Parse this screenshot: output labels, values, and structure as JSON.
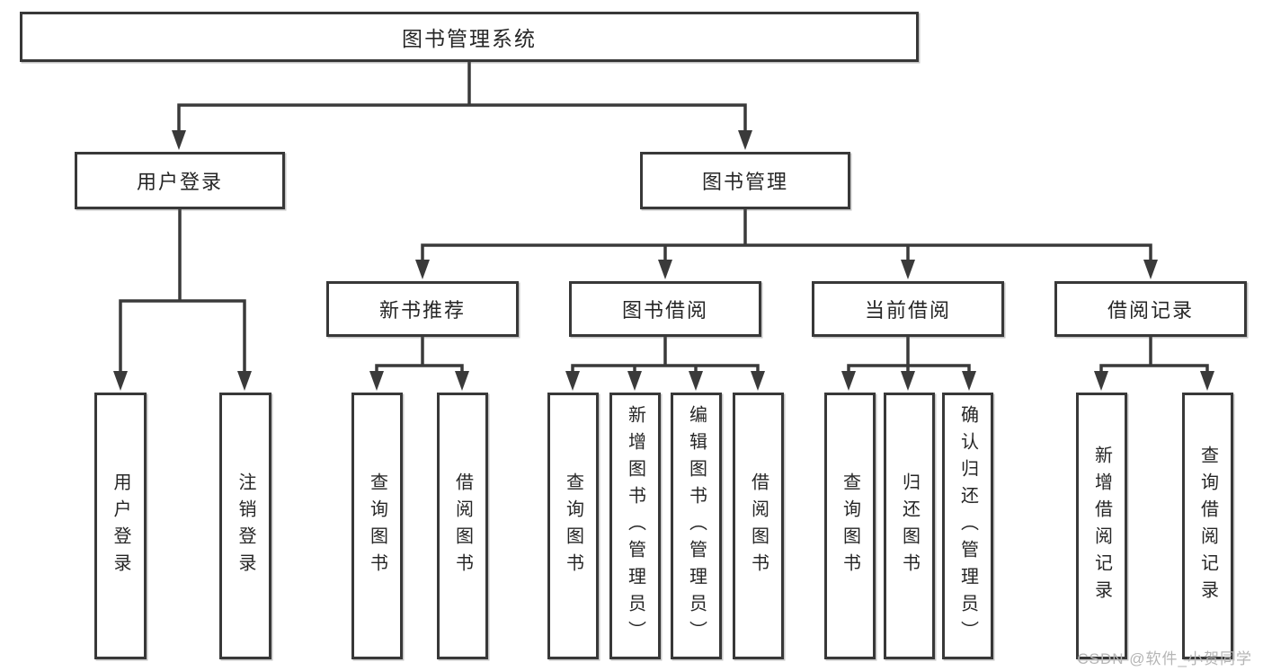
{
  "diagram": {
    "title": "图书管理系统",
    "branches": [
      {
        "label": "用户登录",
        "children": [
          {
            "label": "用户登录"
          },
          {
            "label": "注销登录"
          }
        ]
      },
      {
        "label": "图书管理",
        "children": [
          {
            "label": "新书推荐",
            "children": [
              {
                "label": "查询图书"
              },
              {
                "label": "借阅图书"
              }
            ]
          },
          {
            "label": "图书借阅",
            "children": [
              {
                "label": "查询图书"
              },
              {
                "label": "新增图书（管理员）"
              },
              {
                "label": "编辑图书（管理员）"
              },
              {
                "label": "借阅图书"
              }
            ]
          },
          {
            "label": "当前借阅",
            "children": [
              {
                "label": "查询图书"
              },
              {
                "label": "归还图书"
              },
              {
                "label": "确认归还（管理员）"
              }
            ]
          },
          {
            "label": "借阅记录",
            "children": [
              {
                "label": "新增借阅记录"
              },
              {
                "label": "查询借阅记录"
              }
            ]
          }
        ]
      }
    ]
  },
  "watermark": {
    "text": "CSDN @软件_小贺同学"
  },
  "colors": {
    "line": "#3a3a3a",
    "box_border": "#383838",
    "text": "#262626",
    "watermark": "#b5b5b5",
    "background": "#ffffff"
  }
}
